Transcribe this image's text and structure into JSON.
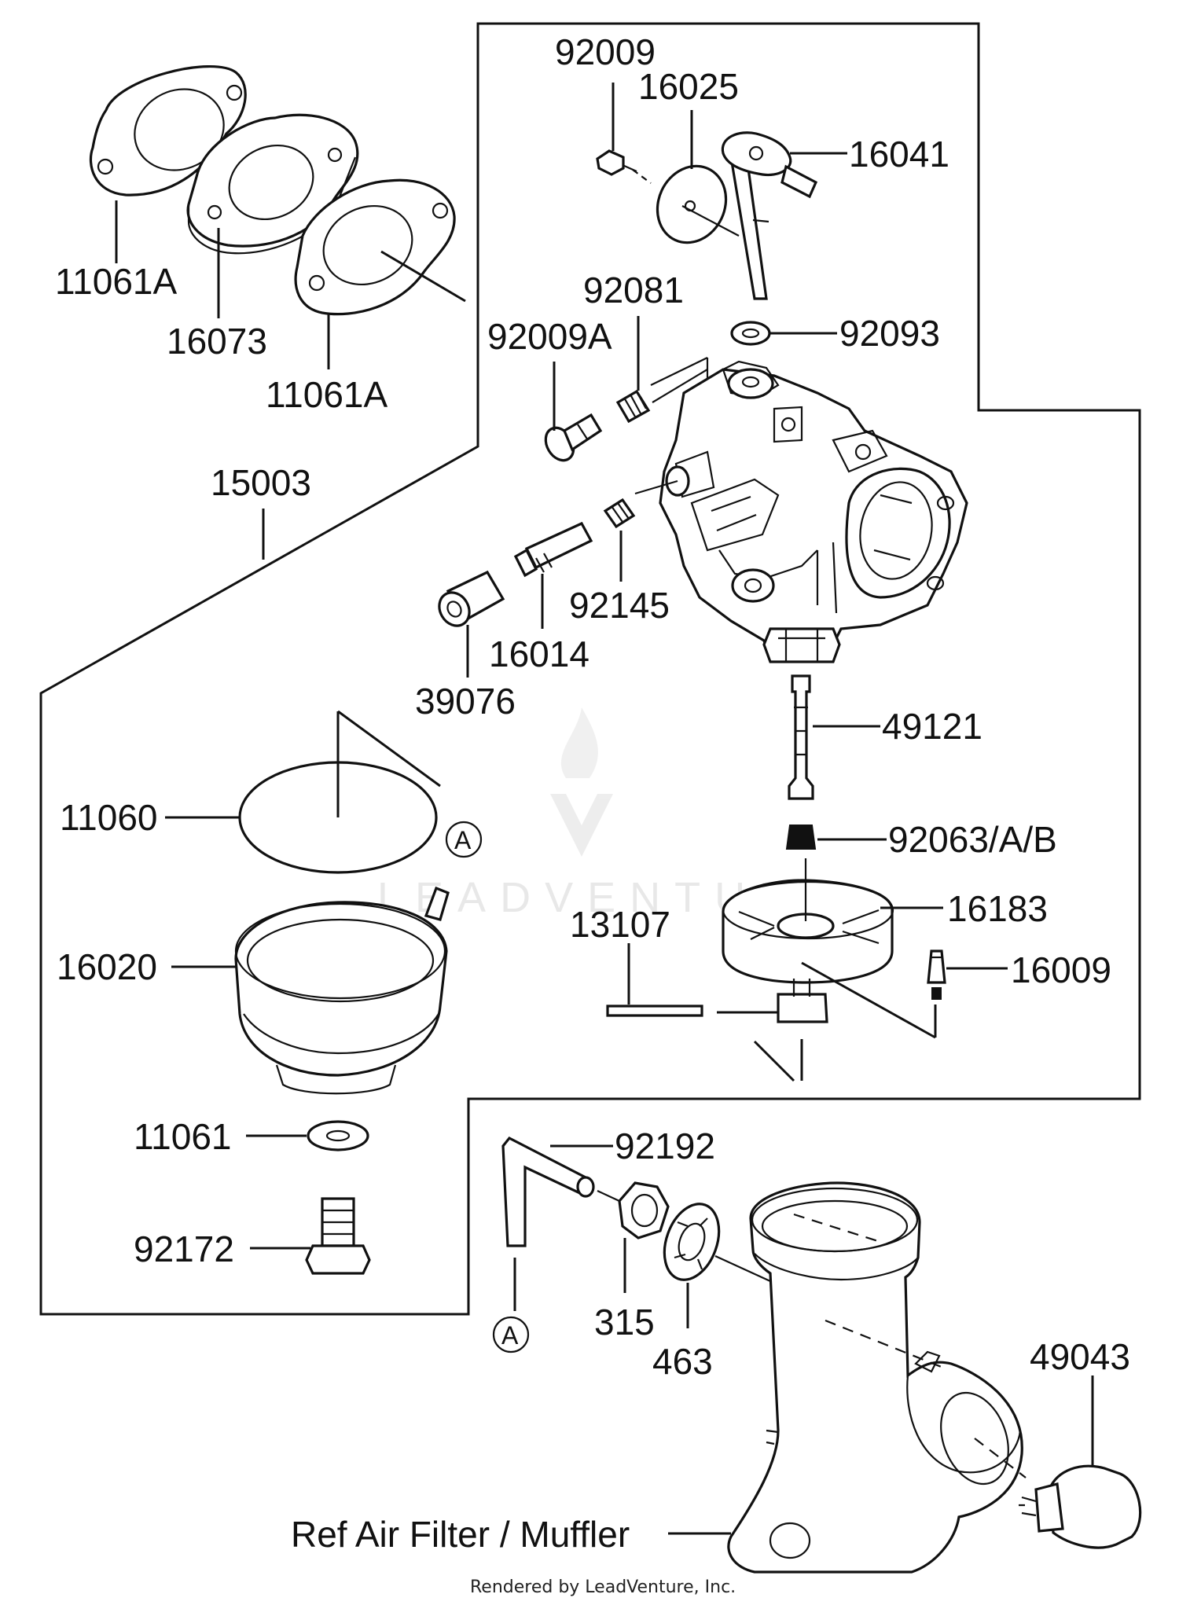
{
  "parts": {
    "p92009": "92009",
    "p16025": "16025",
    "p16041": "16041",
    "p92081": "92081",
    "p92009A": "92009A",
    "p92093": "92093",
    "p11061A_top": "11061A",
    "p16073": "16073",
    "p11061A_bottom": "11061A",
    "p15003": "15003",
    "p92145": "92145",
    "p16014": "16014",
    "p39076": "39076",
    "p49121": "49121",
    "p11060": "11060",
    "p92063": "92063/A/B",
    "p16183": "16183",
    "p13107": "13107",
    "p16009": "16009",
    "p16020": "16020",
    "p11061": "11061",
    "p92192": "92192",
    "p92172": "92172",
    "p315": "315",
    "p463": "463",
    "p49043": "49043"
  },
  "callouts": {
    "a_top": "A",
    "a_bottom": "A"
  },
  "reference_note": "Ref Air Filter / Muffler",
  "watermark": "LEADVENTURE",
  "credit": "Rendered by LeadVenture, Inc."
}
